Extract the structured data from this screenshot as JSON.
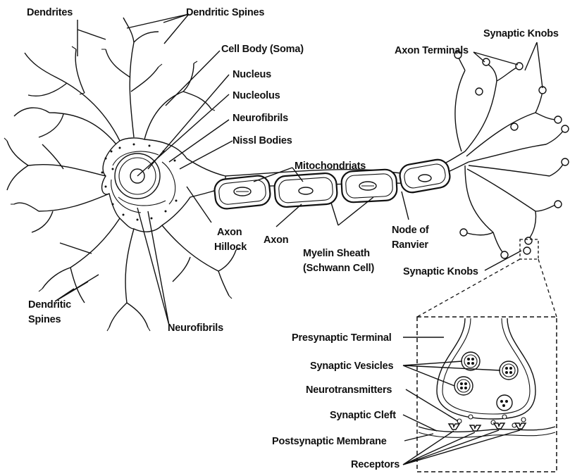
{
  "labels": {
    "dendrites": "Dendrites",
    "dendritic_spines_top": "Dendritic Spines",
    "cell_body": "Cell Body (Soma)",
    "nucleus": "Nucleus",
    "nucleolus": "Nucleolus",
    "neurofibrils_top": "Neurofibrils",
    "nissl_bodies": "Nissl Bodies",
    "mitochondriats": "Mitochondriats",
    "axon_terminals": "Axon Terminals",
    "synaptic_knobs_top": "Synaptic Knobs",
    "axon_hillock_1": "Axon",
    "axon_hillock_2": "Hillock",
    "axon": "Axon",
    "myelin_1": "Myelin Sheath",
    "myelin_2": "(Schwann Cell)",
    "node_1": "Node of",
    "node_2": "Ranvier",
    "synaptic_knobs_mid": "Synaptic Knobs",
    "dendritic_spines_bottom_1": "Dendritic",
    "dendritic_spines_bottom_2": "Spines",
    "neurofibrils_bottom": "Neurofibrils",
    "presynaptic_terminal": "Presynaptic Terminal",
    "synaptic_vesicles": "Synaptic Vesicles",
    "neurotransmitters": "Neurotransmitters",
    "synaptic_cleft": "Synaptic Cleft",
    "postsynaptic_membrane": "Postsynaptic Membrane",
    "receptors": "Receptors"
  },
  "colors": {
    "ink": "#111111",
    "background": "#ffffff"
  }
}
